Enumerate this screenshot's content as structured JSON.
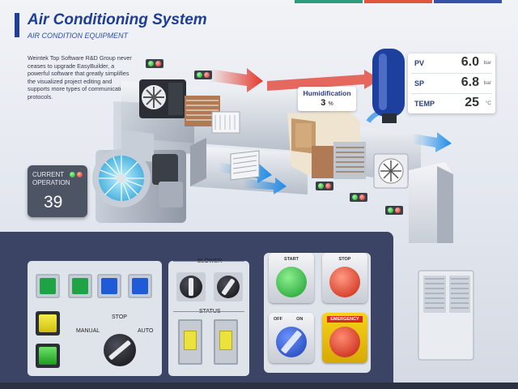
{
  "header": {
    "title": "Air Conditioning System",
    "subtitle": "AIR CONDITION EQUIPMENT",
    "description": "Weintek Top Software R&D Group never ceases to upgrade EasyBuilder, a powerful software that greatly simplifies the visualized project editing and supports more types of communication protocols.",
    "tab_colors": [
      "#2e9c7c",
      "#e0573b",
      "#3850a8"
    ]
  },
  "current_operation": {
    "label": "CURRENT OPERATION",
    "value": "39"
  },
  "humidification": {
    "label": "Humidification",
    "value": "3",
    "unit": "%"
  },
  "readings": [
    {
      "key": "PV",
      "value": "6.0",
      "unit": "bar"
    },
    {
      "key": "SP",
      "value": "6.8",
      "unit": "bar"
    },
    {
      "key": "TEMP",
      "value": "25",
      "unit": "°C"
    }
  ],
  "controls": {
    "mode_stop": "STOP",
    "mode_manual": "MANUAL",
    "mode_auto": "AUTO",
    "blower_label": "BLOWER",
    "status_label": "STATUS",
    "start_label": "START",
    "stop_label": "STOP",
    "off_label": "OFF",
    "on_label": "ON",
    "emergency_label": "EMERGENCY"
  },
  "colors": {
    "accent": "#1d3d96",
    "panel": "#3b4464",
    "indicator_green": "#19a319",
    "indicator_red": "#d6231a",
    "start_green": "#2fc24a",
    "stop_red": "#e0351f",
    "selector_blue": "#2a55c9",
    "emergency_yellow": "#f3c20b"
  },
  "icons": [
    "fan-icon",
    "filter-icon",
    "heater-coil-icon",
    "compressor-icon",
    "vent-grille-icon",
    "knob-icon"
  ]
}
